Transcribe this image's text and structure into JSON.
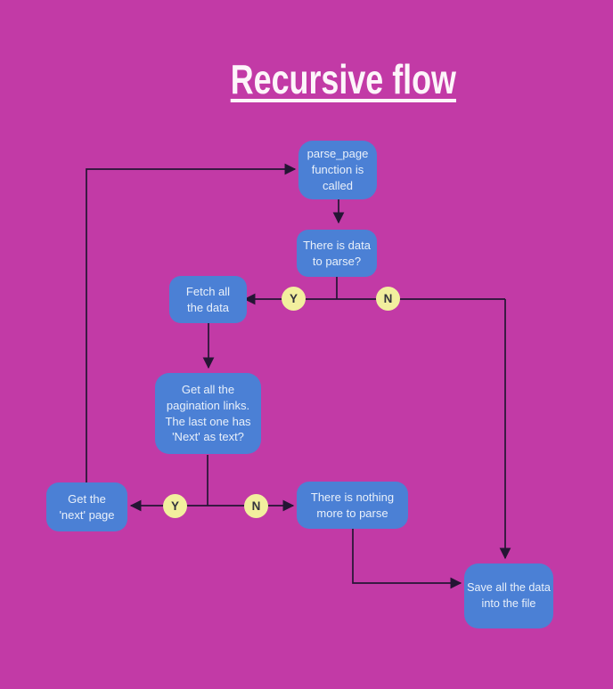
{
  "title": "Recursive flow",
  "colors": {
    "background": "#c23aa6",
    "node_fill": "#4b80d5",
    "node_text": "#e9f0fa",
    "line": "#241534",
    "decision_fill": "#f2ef9e",
    "decision_text": "#33333d",
    "title_text": "#fdf5fa"
  },
  "nodes": {
    "parse_page": {
      "label": "parse_page\nfunction is\ncalled"
    },
    "has_data": {
      "label": "There is data\nto parse?"
    },
    "fetch_data": {
      "label": "Fetch all\nthe data"
    },
    "pagination": {
      "label": "Get all the\npagination links.\nThe last one has\n'Next' as text?"
    },
    "next_page": {
      "label": "Get the\n'next' page"
    },
    "nothing_more": {
      "label": "There is nothing\nmore to parse"
    },
    "save_file": {
      "label": "Save all the data\ninto the file"
    }
  },
  "branch_labels": {
    "yes": "Y",
    "no": "N"
  },
  "edges": [
    {
      "from": "parse_page",
      "to": "has_data",
      "label": ""
    },
    {
      "from": "has_data",
      "to": "fetch_data",
      "label": "Y"
    },
    {
      "from": "has_data",
      "to": "save_file",
      "label": "N"
    },
    {
      "from": "fetch_data",
      "to": "pagination",
      "label": ""
    },
    {
      "from": "pagination",
      "to": "next_page",
      "label": "Y"
    },
    {
      "from": "pagination",
      "to": "nothing_more",
      "label": "N"
    },
    {
      "from": "nothing_more",
      "to": "save_file",
      "label": ""
    },
    {
      "from": "next_page",
      "to": "parse_page",
      "label": ""
    }
  ]
}
